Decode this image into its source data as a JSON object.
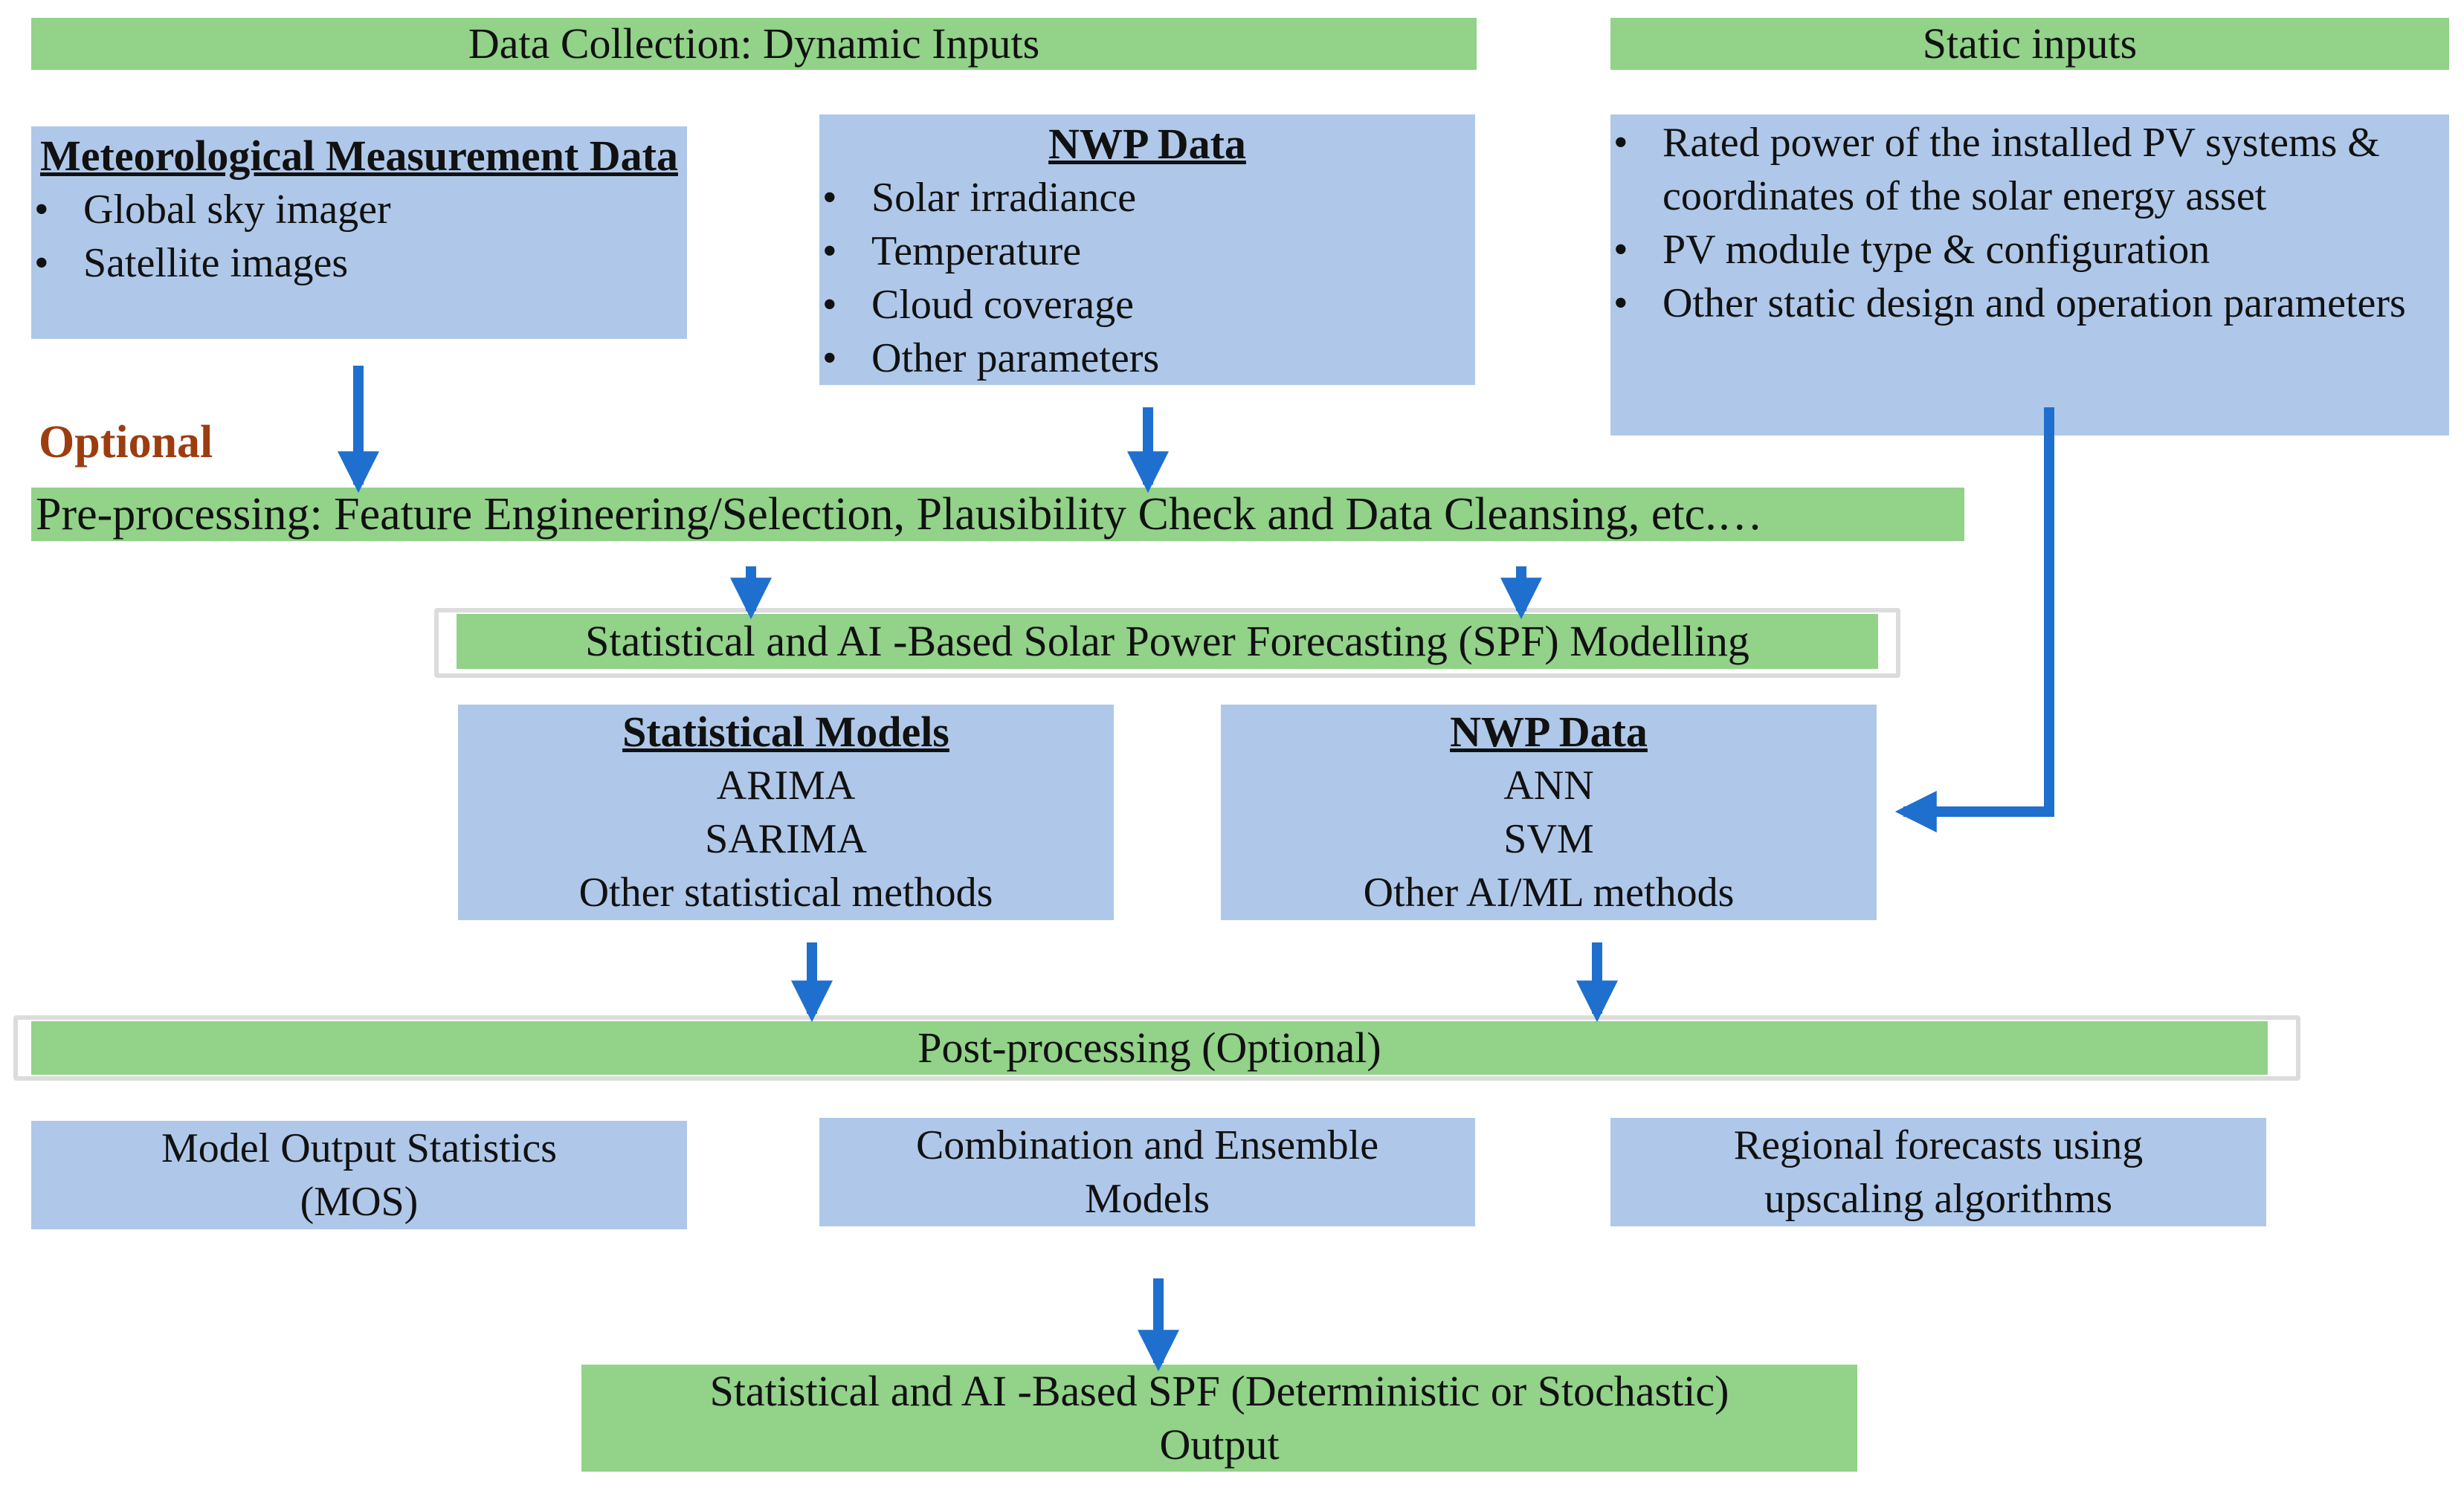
{
  "colors": {
    "green": "#92d289",
    "blue": "#afc8e9",
    "arrow": "#1f6fcf",
    "optional": "#9c3d10"
  },
  "dynamic_header": "Data Collection: Dynamic Inputs",
  "static_header": "Static inputs",
  "met_box": {
    "title": "Meteorological Measurement Data",
    "items": [
      "Global sky imager",
      "Satellite images"
    ]
  },
  "nwp_top": {
    "title": "NWP Data",
    "items": [
      "Solar irradiance",
      "Temperature",
      "Cloud coverage",
      "Other parameters"
    ]
  },
  "static_box": {
    "items": [
      "Rated power of the installed PV systems & coordinates of the solar energy asset",
      "PV module type & configuration",
      "Other static design and operation parameters"
    ]
  },
  "optional_label": "Optional",
  "preprocessing": "Pre-processing: Feature Engineering/Selection, Plausibility Check and Data Cleansing, etc.…",
  "modelling": "Statistical and AI -Based Solar Power Forecasting (SPF) Modelling",
  "stat_models": {
    "title": "Statistical Models",
    "items": [
      "ARIMA",
      "SARIMA",
      "Other statistical methods"
    ]
  },
  "nwp_mid": {
    "title": "NWP Data",
    "items": [
      "ANN",
      "SVM",
      "Other AI/ML methods"
    ]
  },
  "postprocessing": "Post-processing (Optional)",
  "mos": [
    "Model Output Statistics",
    "(MOS)"
  ],
  "combo": [
    "Combination and Ensemble",
    "Models"
  ],
  "regional": [
    "Regional forecasts using",
    "upscaling algorithms"
  ],
  "output": [
    "Statistical and AI -Based SPF (Deterministic or Stochastic)",
    "Output"
  ]
}
